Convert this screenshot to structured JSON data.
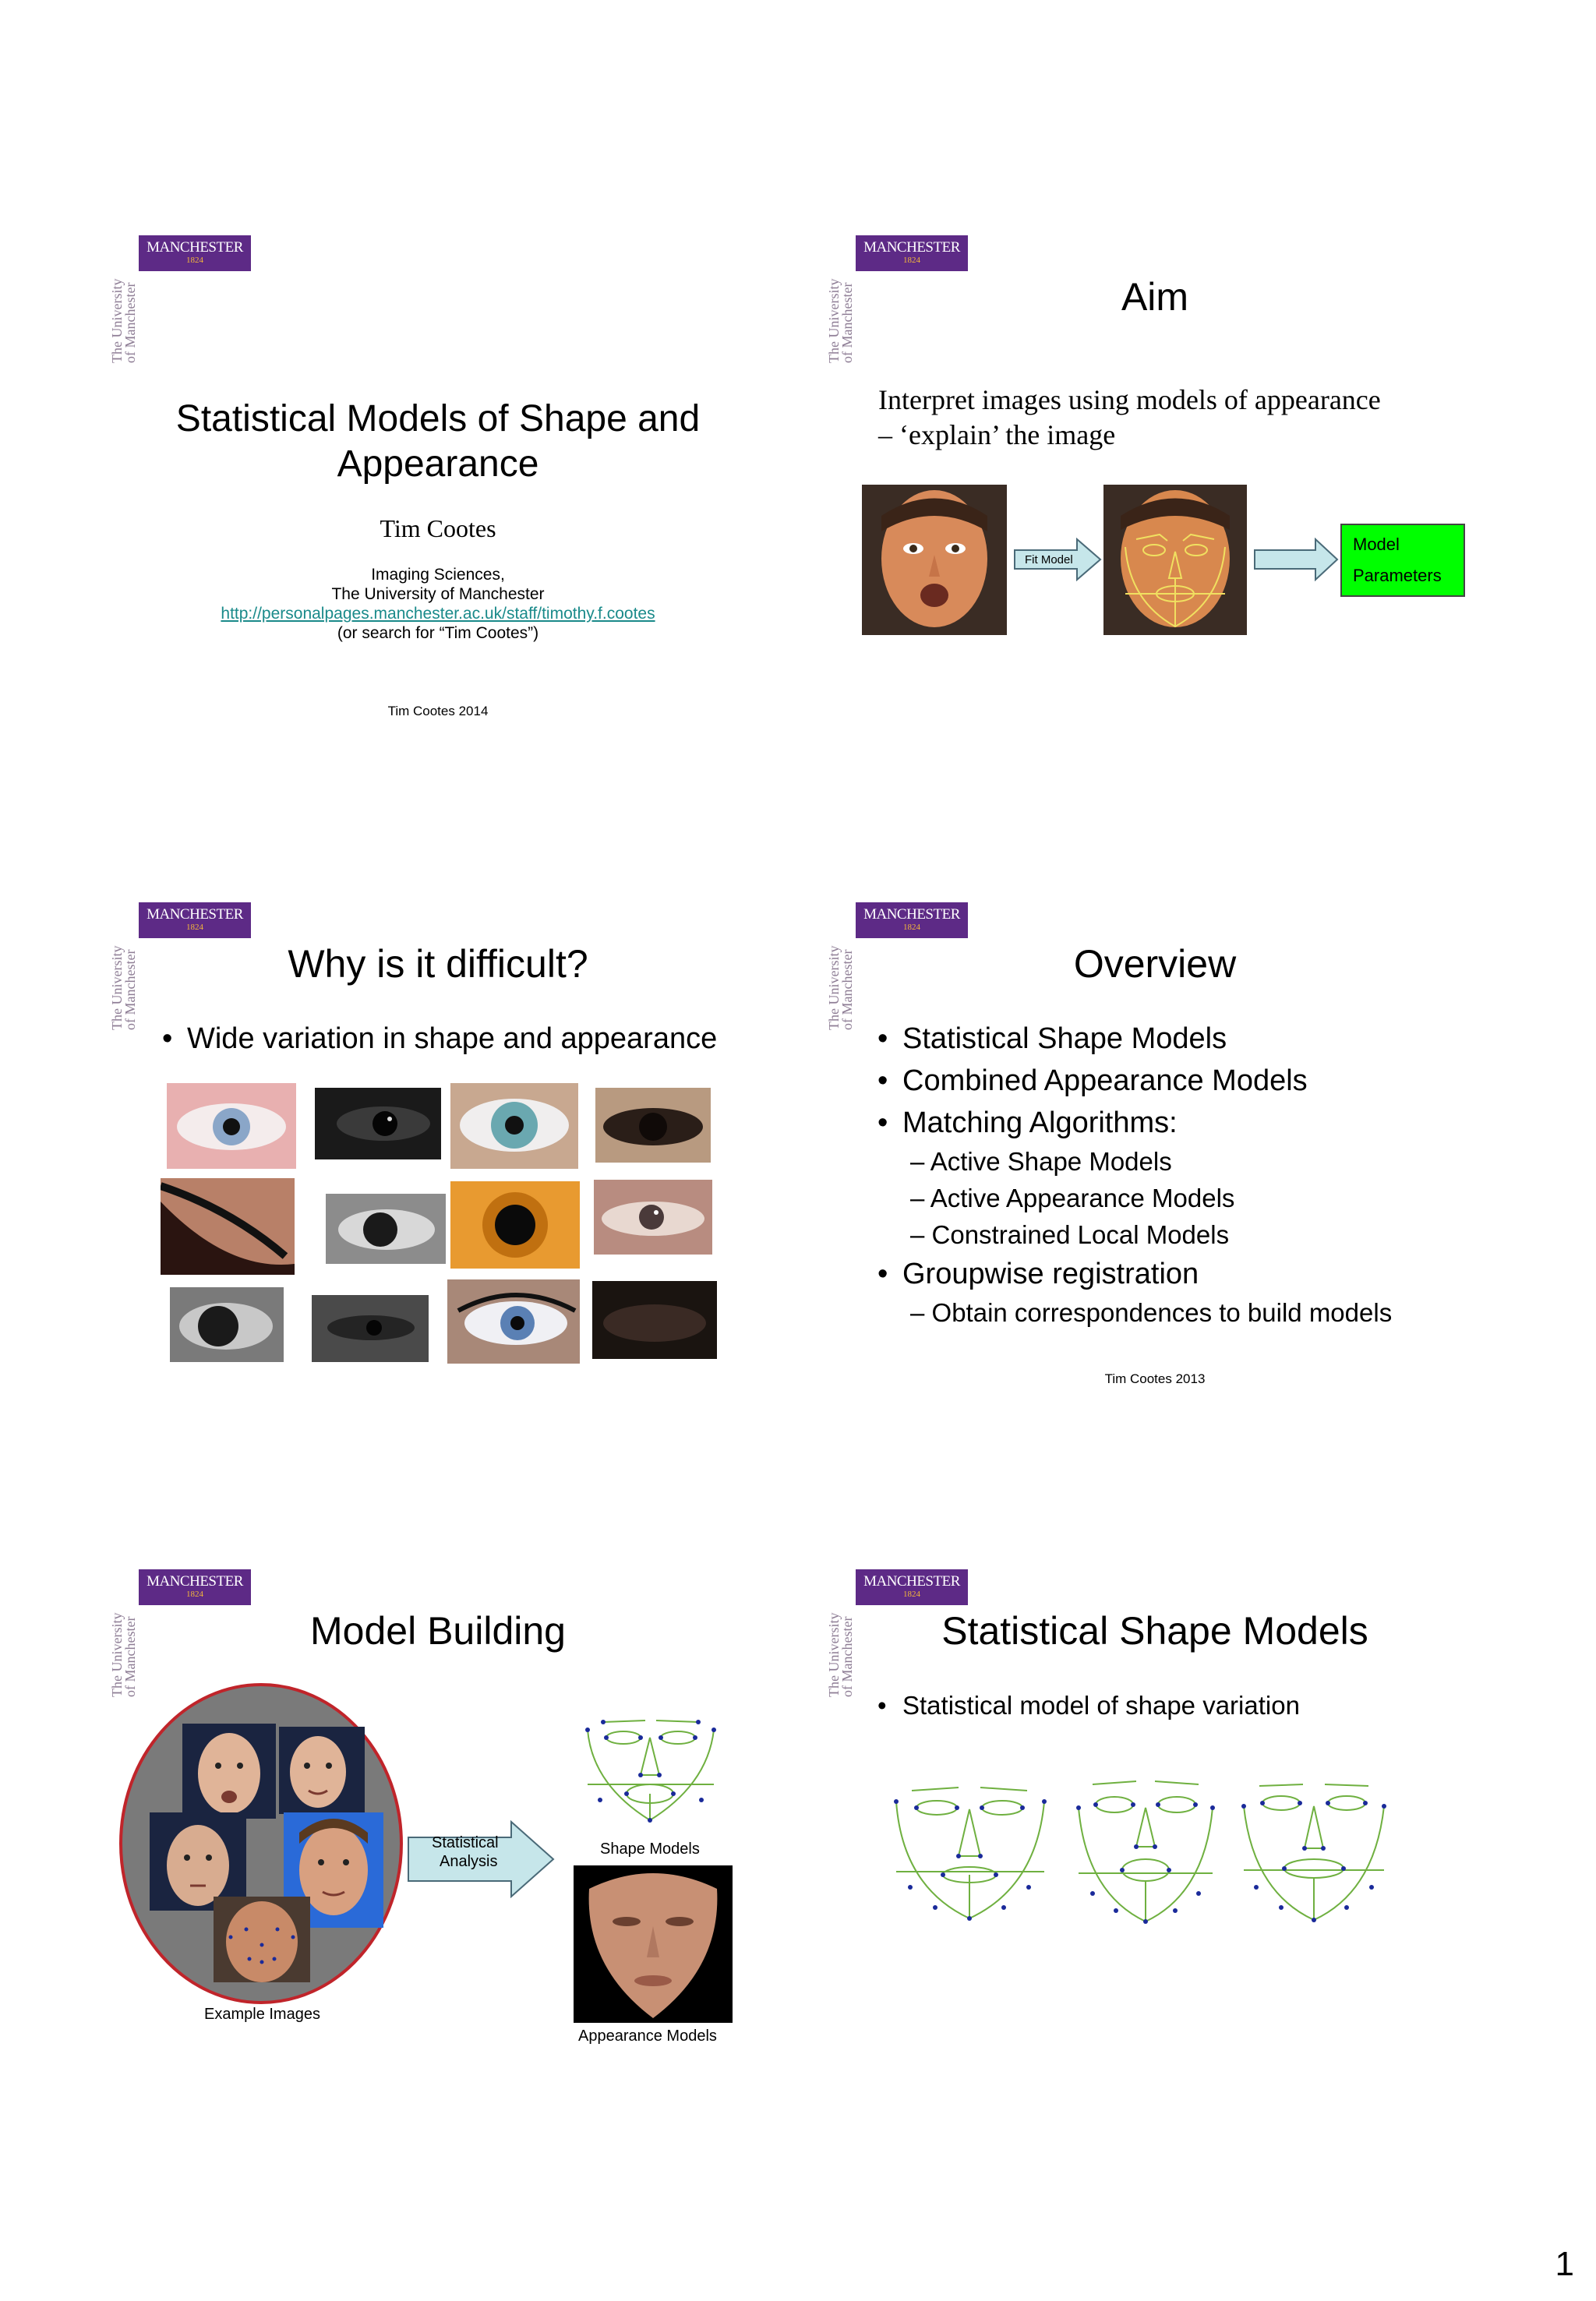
{
  "page_number": "1",
  "branding": {
    "logo_line1": "MANCHESTER",
    "logo_line2": "1824",
    "side_line1": "The University",
    "side_line2": "of Manchester"
  },
  "slide1": {
    "title_line1": "Statistical Models of Shape and",
    "title_line2": "Appearance",
    "author": "Tim Cootes",
    "dept": "Imaging Sciences,",
    "university": "The University of Manchester",
    "url": "http://personalpages.manchester.ac.uk/staff/timothy.f.cootes",
    "search_note": "(or search for “Tim Cootes”)",
    "footer": "Tim Cootes 2014"
  },
  "slide2": {
    "title": "Aim",
    "line1": "Interpret images using models of appearance",
    "line2": "– ‘explain’ the image",
    "arrow_label": "Fit Model",
    "box_line1": "Model",
    "box_line2": "Parameters"
  },
  "slide3": {
    "title": "Why is it difficult?",
    "bullet": "Wide variation in shape and appearance"
  },
  "slide4": {
    "title": "Overview",
    "b1": "Statistical Shape Models",
    "b2": "Combined Appearance Models",
    "b3": "Matching Algorithms:",
    "s1": "– Active Shape Models",
    "s2": "– Active Appearance Models",
    "s3": "– Constrained Local Models",
    "b4": "Groupwise registration",
    "s4": "– Obtain correspondences to build models",
    "footer": "Tim Cootes 2013"
  },
  "slide5": {
    "title": "Model Building",
    "arrow_line1": "Statistical",
    "arrow_line2": "Analysis",
    "label_examples": "Example Images",
    "label_shape": "Shape Models",
    "label_appearance": "Appearance Models"
  },
  "slide6": {
    "title": "Statistical Shape Models",
    "bullet": "Statistical model of shape variation"
  },
  "colors": {
    "brand_purple": "#5d2a86",
    "brand_gold": "#f4b83a",
    "link_teal": "#1a8a8a",
    "params_green": "#00ff00",
    "arrow_fill": "#c6e6ea",
    "landmark_green": "#6fb040",
    "landmark_blue": "#1a2a9a",
    "oval_red": "#c0242a",
    "oval_fill": "#7a7a7a"
  }
}
